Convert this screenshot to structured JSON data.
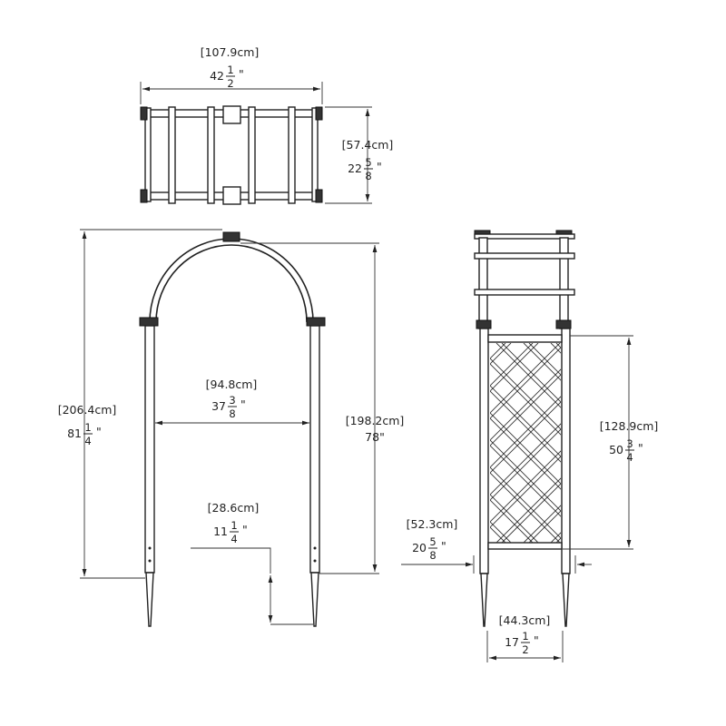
{
  "diagram": {
    "colors": {
      "line": "#222222",
      "background": "#ffffff"
    },
    "dimensions": [
      {
        "id": "top-width",
        "metric": "[107.9cm]",
        "whole": "42",
        "num": "1",
        "den": "2",
        "unit": "\""
      },
      {
        "id": "top-depth",
        "metric": "[57.4cm]",
        "whole": "22",
        "num": "5",
        "den": "8",
        "unit": "\""
      },
      {
        "id": "total-height",
        "metric": "[206.4cm]",
        "whole": "81",
        "num": "1",
        "den": "4",
        "unit": "\""
      },
      {
        "id": "inner-width",
        "metric": "[94.8cm]",
        "whole": "37",
        "num": "3",
        "den": "8",
        "unit": "\""
      },
      {
        "id": "above-ground-height",
        "metric": "[198.2cm]",
        "whole": "78",
        "num": "",
        "den": "",
        "unit": "\""
      },
      {
        "id": "stake-depth",
        "metric": "[28.6cm]",
        "whole": "11",
        "num": "1",
        "den": "4",
        "unit": "\""
      },
      {
        "id": "lattice-height",
        "metric": "[128.9cm]",
        "whole": "50",
        "num": "3",
        "den": "4",
        "unit": "\""
      },
      {
        "id": "side-depth",
        "metric": "[52.3cm]",
        "whole": "20",
        "num": "5",
        "den": "8",
        "unit": "\""
      },
      {
        "id": "post-spacing",
        "metric": "[44.3cm]",
        "whole": "17",
        "num": "1",
        "den": "2",
        "unit": "\""
      }
    ]
  }
}
